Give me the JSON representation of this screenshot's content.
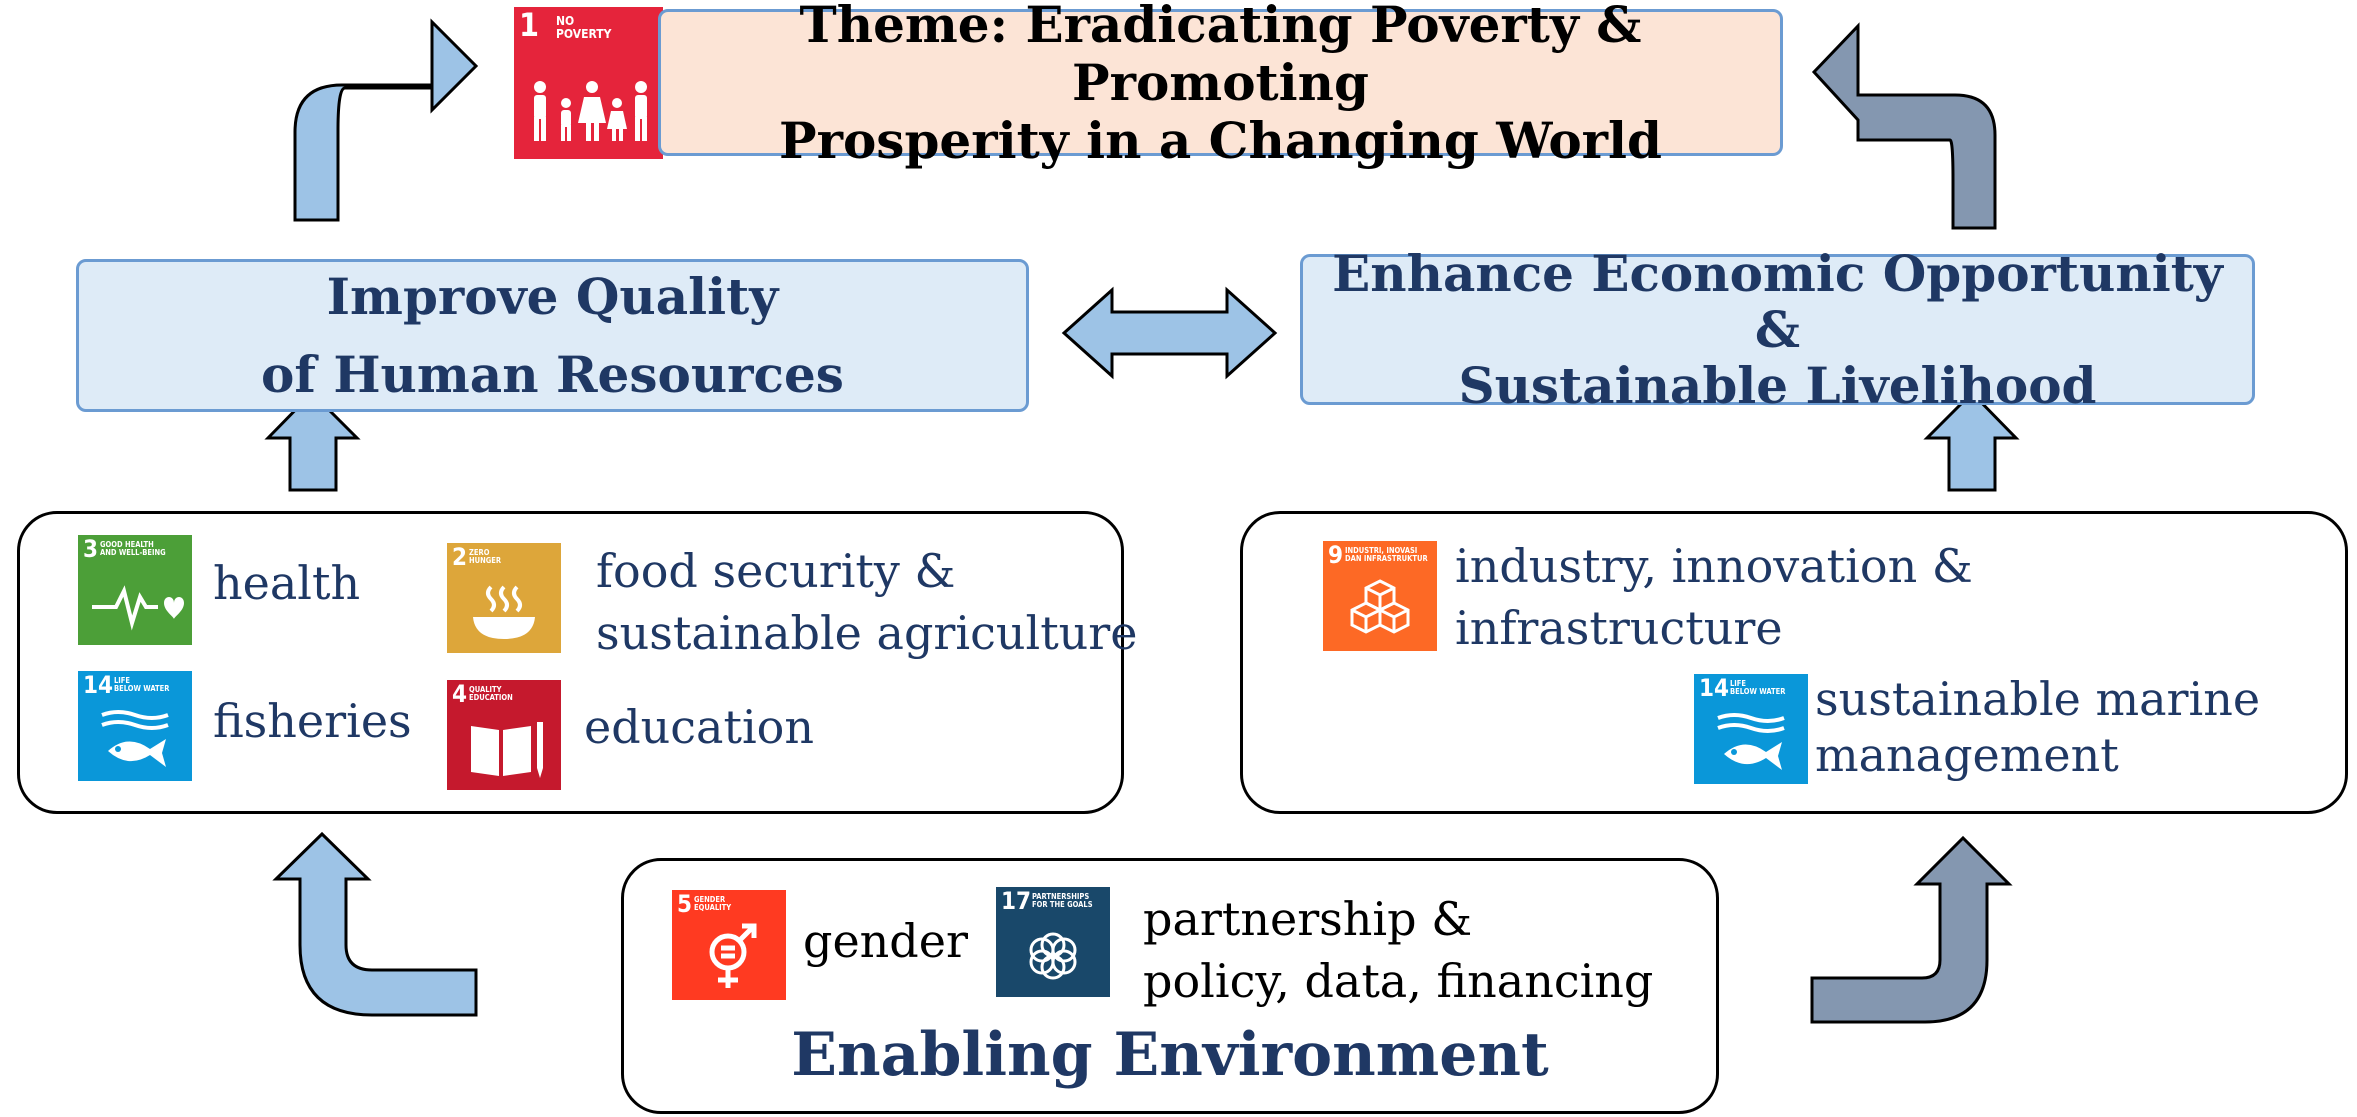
{
  "theme": {
    "title": "Theme: Eradicating Poverty & Promoting\nProsperity in a Changing World",
    "sdg": {
      "number": "1",
      "label": "NO\nPOVERTY",
      "color": "#e5243b",
      "icon": "family-icon"
    }
  },
  "goals": {
    "human_resources": "Improve Quality\nof Human Resources",
    "economic": "Enhance Economic Opportunity &\nSustainable Livelihood"
  },
  "left_panel": {
    "items": [
      {
        "text": "health",
        "sdg": {
          "number": "3",
          "label": "GOOD HEALTH\nAND WELL-BEING",
          "color": "#4c9f38",
          "icon": "heartbeat-icon"
        }
      },
      {
        "text": "food security &\nsustainable agriculture",
        "sdg": {
          "number": "2",
          "label": "ZERO\nHUNGER",
          "color": "#dda63a",
          "icon": "bowl-icon"
        }
      },
      {
        "text": "fisheries",
        "sdg": {
          "number": "14",
          "label": "LIFE\nBELOW WATER",
          "color": "#0a97d9",
          "icon": "fish-icon"
        }
      },
      {
        "text": "education",
        "sdg": {
          "number": "4",
          "label": "QUALITY\nEDUCATION",
          "color": "#c5192d",
          "icon": "book-icon"
        }
      }
    ]
  },
  "right_panel": {
    "items": [
      {
        "text": "industry, innovation &\ninfrastructure",
        "sdg": {
          "number": "9",
          "label": "INDUSTRI, INOVASI\nDAN INFRASTRUKTUR",
          "color": "#fd6925",
          "icon": "cubes-icon"
        }
      },
      {
        "text": "sustainable marine\nmanagement",
        "sdg": {
          "number": "14",
          "label": "LIFE\nBELOW WATER",
          "color": "#0a97d9",
          "icon": "fish-icon"
        }
      }
    ]
  },
  "enabling": {
    "title": "Enabling Environment",
    "items": [
      {
        "text": "gender",
        "sdg": {
          "number": "5",
          "label": "GENDER\nEQUALITY",
          "color": "#ff3a21",
          "icon": "gender-icon"
        }
      },
      {
        "text": "partnership &\npolicy, data, financing",
        "sdg": {
          "number": "17",
          "label": "PARTNERSHIPS\nFOR THE GOALS",
          "color": "#19486a",
          "icon": "flower-icon"
        }
      }
    ]
  },
  "colors": {
    "theme_fill": "#fce4d6",
    "goal_fill": "#deebf7",
    "box_border": "#6b9bd2",
    "heading_text": "#1f3864",
    "arrow_light": "#9dc3e6",
    "arrow_dark": "#8497b0"
  }
}
